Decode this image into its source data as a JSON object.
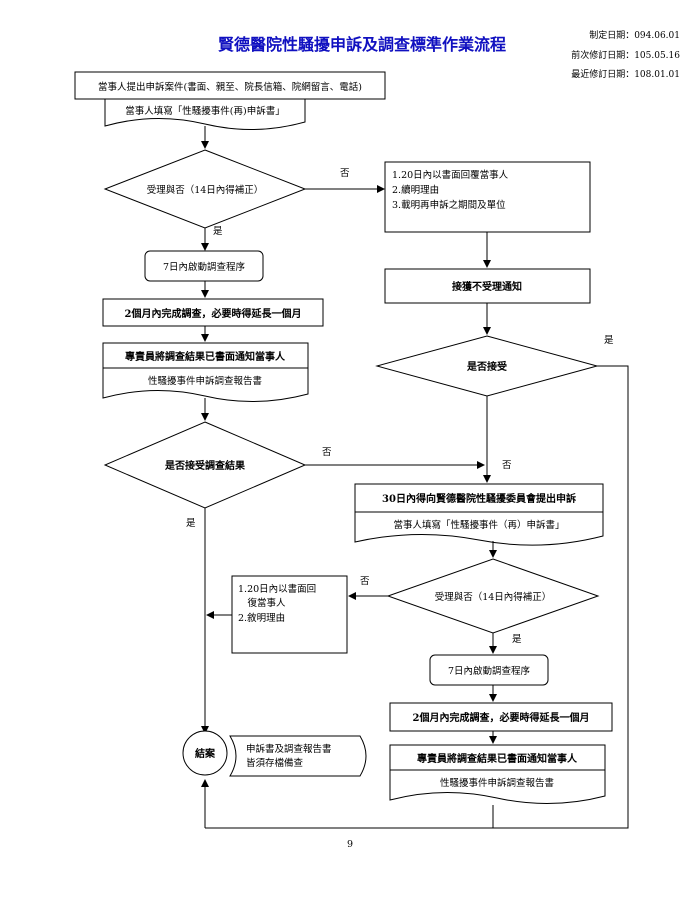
{
  "header": {
    "title": "賢德醫院性騷擾申訴及調查標準作業流程",
    "dates": [
      "制定日期：094.06.01",
      "前次修訂日期：105.05.16",
      "最近修訂日期：108.01.01"
    ]
  },
  "nodes": {
    "submit": "當事人提出申訴案件(書面、親至、院長信箱、院網留言、電話)",
    "fill_form": "當事人填寫「性騷擾事件(再)申訴書」",
    "accept_q": "受理與否（14日內得補正）",
    "reject_reply": [
      "1.20日內以書面回覆當事人",
      "2.續明理由",
      "3.載明再申訴之期間及單位"
    ],
    "start_inv": "7日內啟動調查程序",
    "complete_inv": "2個月內完成調查，必要時得延長一個月",
    "notify": "專責員將調查結果已書面通知當事人",
    "report": "性騷擾事件申訴調查報告書",
    "receive_notice": "接獲不受理通知",
    "accept_notice_q": "是否接受",
    "accept_result_q": "是否接受調查結果",
    "appeal": "30日內得向賢德醫院性騷擾委員會提出申訴",
    "appeal_form": "當事人填寫「性騷擾事件（再）申訴書」",
    "accept_q2": "受理與否（14日內得補正）",
    "reject_reply2": [
      "1.20日內以書面回",
      "　復當事人",
      "2.敘明理由"
    ],
    "start_inv2": "7日內啟動調查程序",
    "complete_inv2": "2個月內完成調查，必要時得延長一個月",
    "notify2": "專責員將調查結果已書面通知當事人",
    "report2": "性騷擾事件申訴調查報告書",
    "close": "結案",
    "archive": [
      "申訴書及調查報告書",
      "皆須存檔備查"
    ]
  },
  "labels": {
    "no1": "否",
    "yes1": "是",
    "yes2": "是",
    "no2": "否",
    "no3": "否",
    "yes3": "是",
    "no4": "否",
    "yes4": "是"
  },
  "footer": {
    "page": "9"
  }
}
